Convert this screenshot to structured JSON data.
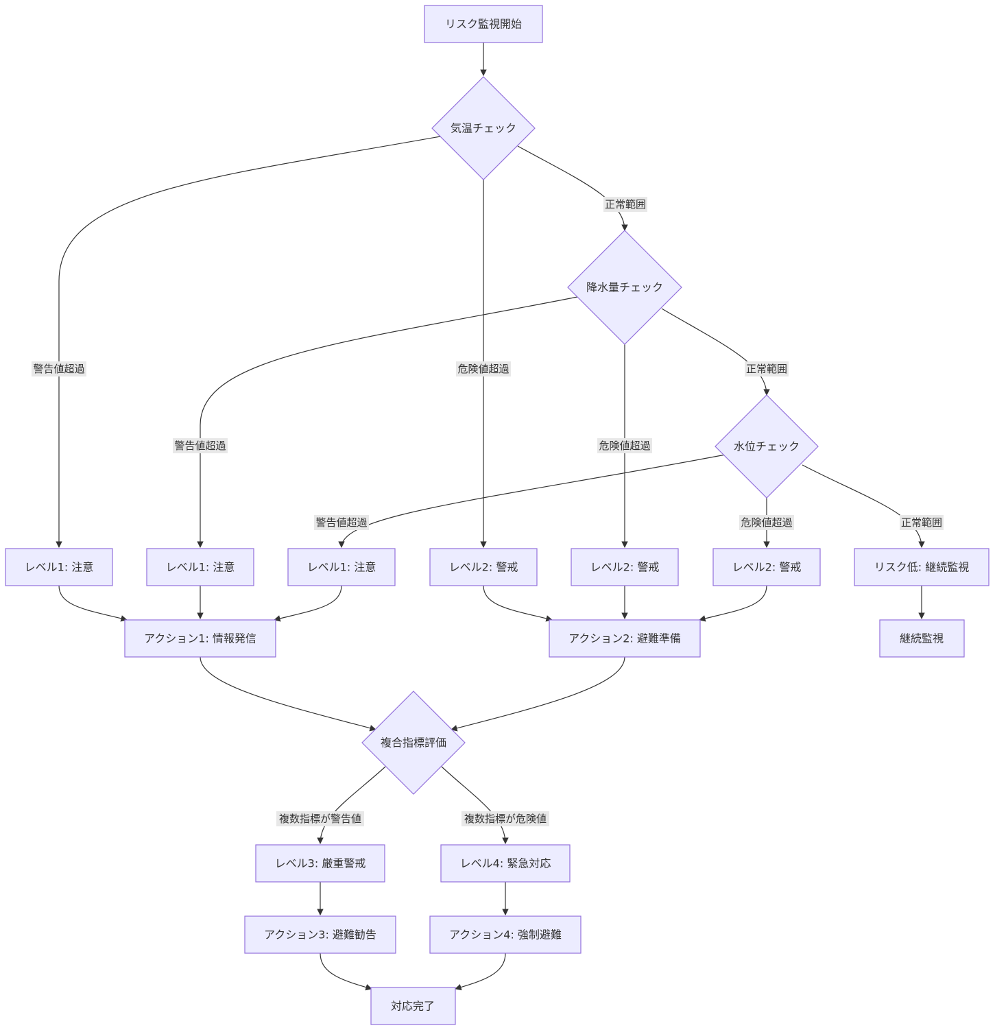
{
  "nodes": {
    "start": "リスク監視開始",
    "temp_check": "気温チェック",
    "rain_check": "降水量チェック",
    "water_check": "水位チェック",
    "lv1_a": "レベル1: 注意",
    "lv1_b": "レベル1: 注意",
    "lv1_c": "レベル1: 注意",
    "lv2_a": "レベル2: 警戒",
    "lv2_b": "レベル2: 警戒",
    "lv2_c": "レベル2: 警戒",
    "low_risk": "リスク低: 継続監視",
    "continue": "継続監視",
    "action1": "アクション1: 情報発信",
    "action2": "アクション2: 避難準備",
    "composite": "複合指標評価",
    "lv3": "レベル3: 厳重警戒",
    "lv4": "レベル4: 緊急対応",
    "action3": "アクション3: 避難勧告",
    "action4": "アクション4: 強制避難",
    "done": "対応完了"
  },
  "edge_labels": {
    "temp_warn": "警告値超過",
    "temp_danger": "危険値超過",
    "temp_normal": "正常範囲",
    "rain_warn": "警告値超過",
    "rain_danger": "危険値超過",
    "rain_normal": "正常範囲",
    "water_warn": "警告値超過",
    "water_danger": "危険値超過",
    "water_normal": "正常範囲",
    "multi_warn": "複数指標が警告値",
    "multi_danger": "複数指標が危険値"
  },
  "colors": {
    "node_fill": "#ECECFF",
    "node_stroke": "#9370DB",
    "edge": "#333333",
    "label_bg": "#e8e8e8"
  }
}
